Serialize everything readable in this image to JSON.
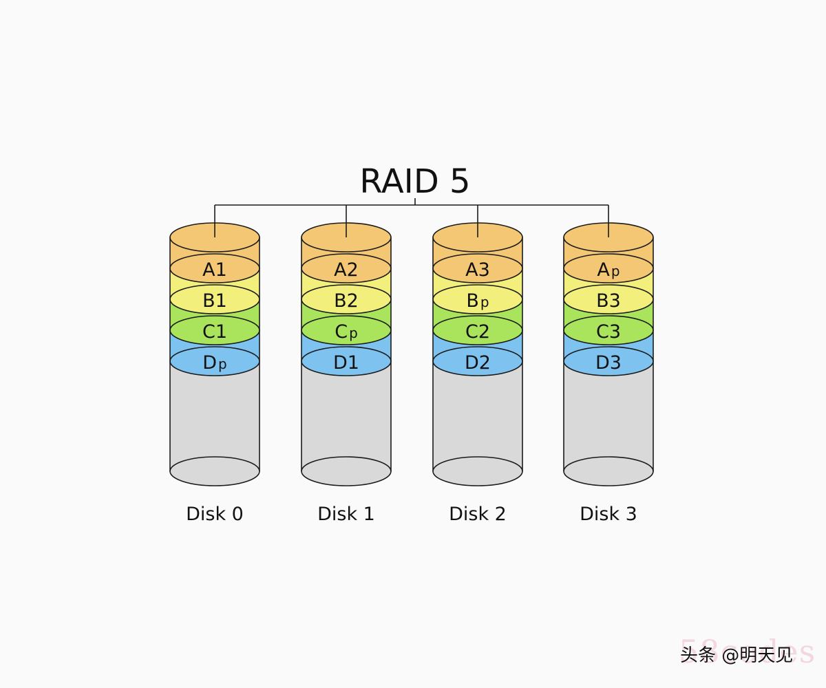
{
  "title": "RAID 5",
  "disks": [
    {
      "label": "Disk 0",
      "blocks": [
        {
          "main": "A",
          "sub": "1"
        },
        {
          "main": "B",
          "sub": "1"
        },
        {
          "main": "C",
          "sub": "1"
        },
        {
          "main": "D",
          "sub": "p"
        }
      ]
    },
    {
      "label": "Disk 1",
      "blocks": [
        {
          "main": "A",
          "sub": "2"
        },
        {
          "main": "B",
          "sub": "2"
        },
        {
          "main": "C",
          "sub": "p"
        },
        {
          "main": "D",
          "sub": "1"
        }
      ]
    },
    {
      "label": "Disk 2",
      "blocks": [
        {
          "main": "A",
          "sub": "3"
        },
        {
          "main": "B",
          "sub": "p"
        },
        {
          "main": "C",
          "sub": "2"
        },
        {
          "main": "D",
          "sub": "2"
        }
      ]
    },
    {
      "label": "Disk 3",
      "blocks": [
        {
          "main": "A",
          "sub": "p"
        },
        {
          "main": "B",
          "sub": "3"
        },
        {
          "main": "C",
          "sub": "3"
        },
        {
          "main": "D",
          "sub": "3"
        }
      ]
    }
  ],
  "colors": {
    "A": "#f4c774",
    "B": "#f2ef7c",
    "C": "#a9e45c",
    "D": "#7ec3ef",
    "empty": "#d9d9d9",
    "stroke": "#1a1a1a"
  },
  "watermark": {
    "credit": "头条 @明天见",
    "site": "58codes"
  }
}
